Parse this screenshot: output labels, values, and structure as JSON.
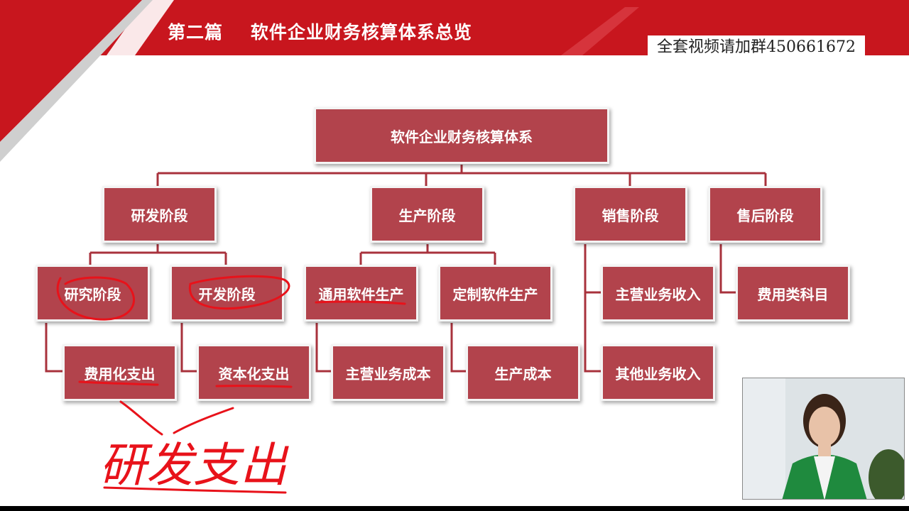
{
  "header": {
    "title": "第二篇    软件企业财务核算体系总览",
    "watermark": "全套视频请加群450661672",
    "color": "#c8161e"
  },
  "diagram": {
    "node_color": "#b2434c",
    "connector_color": "#a8323c",
    "root": "软件企业财务核算体系",
    "stages": [
      "研发阶段",
      "生产阶段",
      "销售阶段",
      "售后阶段"
    ],
    "rd": {
      "children": [
        "研究阶段",
        "开发阶段"
      ],
      "leaves": [
        "费用化支出",
        "资本化支出"
      ]
    },
    "production": {
      "children": [
        "通用软件生产",
        "定制软件生产"
      ],
      "leaves": [
        "主营业务成本",
        "生产成本"
      ]
    },
    "sales": {
      "children": [
        "主营业务收入",
        "其他业务收入"
      ]
    },
    "after_sales": {
      "children": [
        "费用类科目"
      ]
    }
  },
  "annotations": {
    "handwritten_text": "研发支出",
    "ink_color": "#e8121a"
  },
  "webcam": {
    "label": "presenter-video"
  }
}
